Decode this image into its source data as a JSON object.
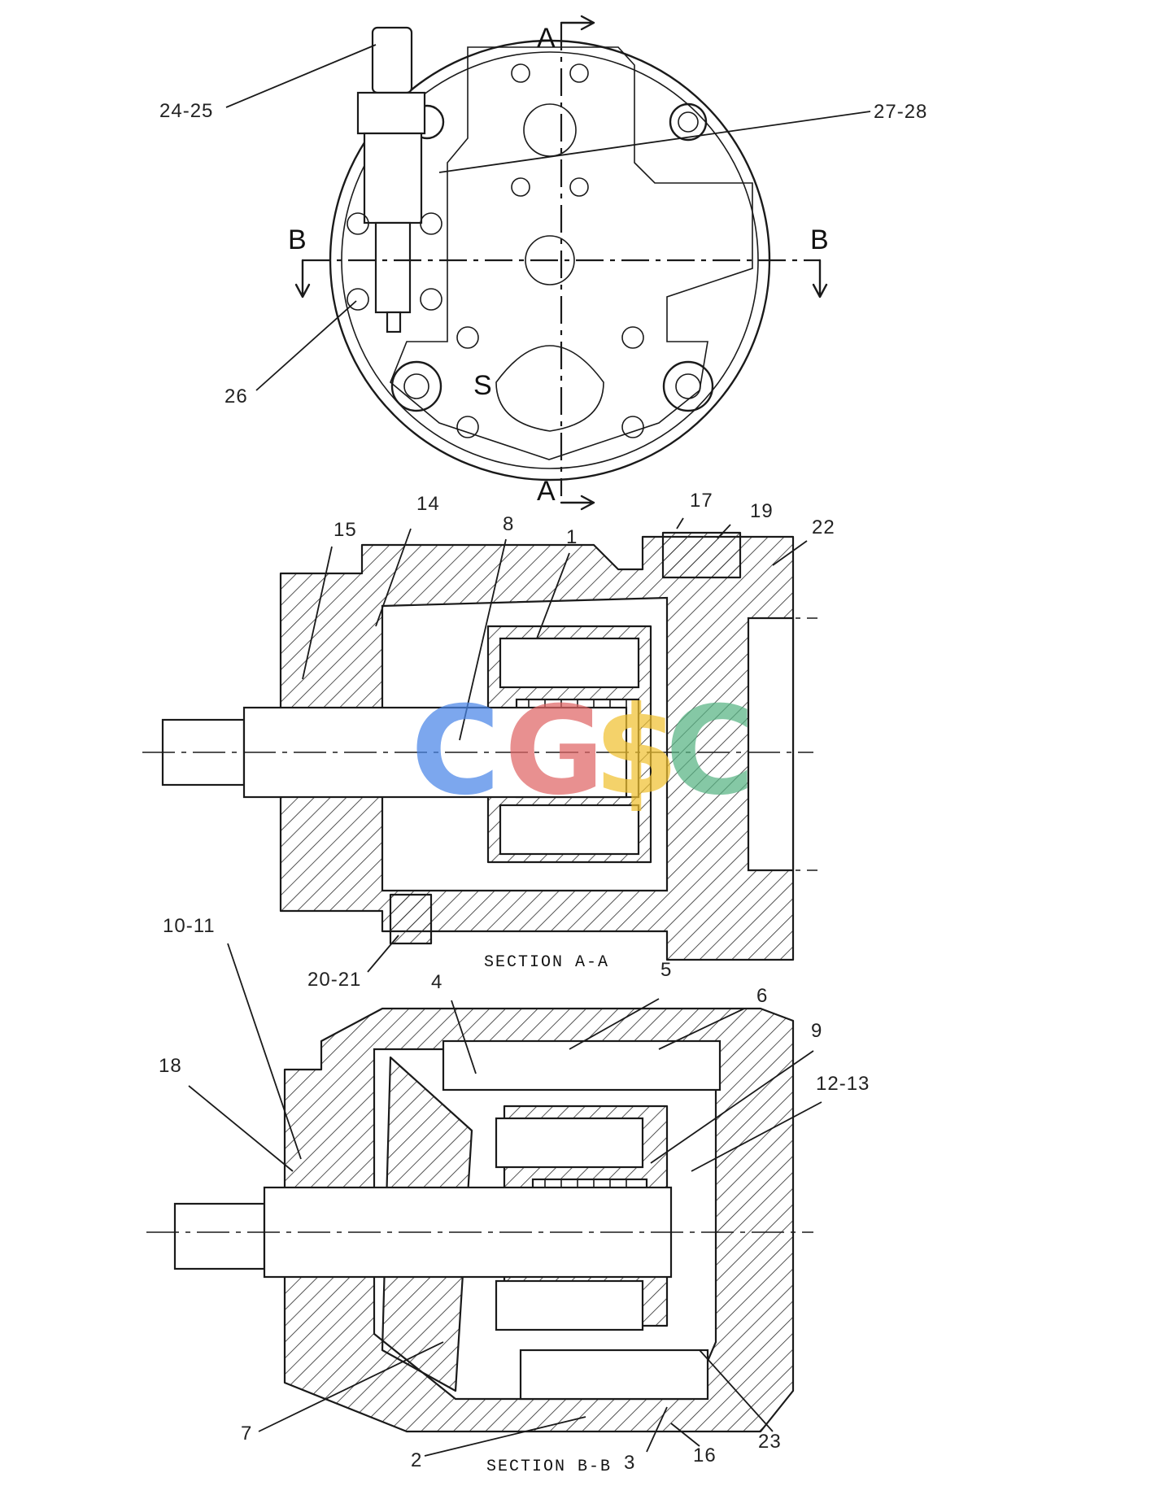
{
  "callouts": {
    "c24_25": "24-25",
    "c27_28": "27-28",
    "c26": "26",
    "c14": "14",
    "c15": "15",
    "c8": "8",
    "c1": "1",
    "c17": "17",
    "c19": "19",
    "c22": "22",
    "c10_11": "10-11",
    "c20_21": "20-21",
    "c4": "4",
    "c5": "5",
    "c6": "6",
    "c9": "9",
    "c18": "18",
    "c12_13": "12-13",
    "c7": "7",
    "c2": "2",
    "c3": "3",
    "c16": "16",
    "c23": "23"
  },
  "section_markers": {
    "a_top": "A",
    "a_bottom": "A",
    "b_left": "B",
    "b_right": "B",
    "s_mark": "S"
  },
  "section_titles": {
    "a": "SECTION A-A",
    "b": "SECTION B-B"
  },
  "watermark": {
    "letters": [
      "C",
      "G",
      "$",
      "C"
    ],
    "colors": [
      "#4a86e8",
      "#e06666",
      "#f1c232",
      "#57b383"
    ]
  }
}
